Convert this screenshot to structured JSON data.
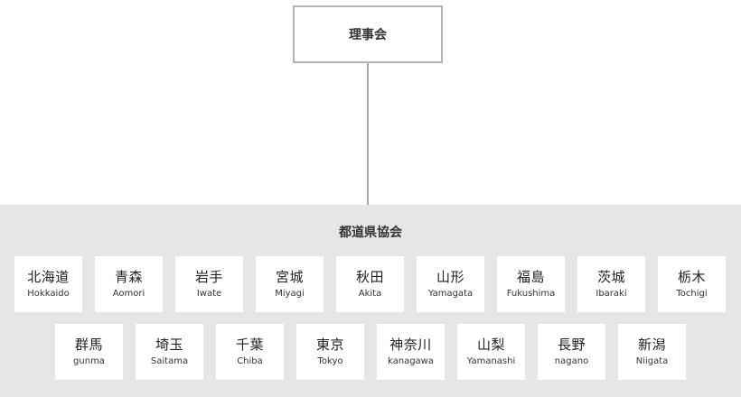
{
  "board": {
    "label": "理事会"
  },
  "associations": {
    "title": "都道県協会",
    "row1": [
      {
        "ja": "北海道",
        "en": "Hokkaido"
      },
      {
        "ja": "青森",
        "en": "Aomori"
      },
      {
        "ja": "岩手",
        "en": "Iwate"
      },
      {
        "ja": "宮城",
        "en": "Miyagi"
      },
      {
        "ja": "秋田",
        "en": "Akita"
      },
      {
        "ja": "山形",
        "en": "Yamagata"
      },
      {
        "ja": "福島",
        "en": "Fukushima"
      },
      {
        "ja": "茨城",
        "en": "Ibaraki"
      },
      {
        "ja": "栃木",
        "en": "Tochigi"
      }
    ],
    "row2": [
      {
        "ja": "群馬",
        "en": "gunma"
      },
      {
        "ja": "埼玉",
        "en": "Saitama"
      },
      {
        "ja": "千葉",
        "en": "Chiba"
      },
      {
        "ja": "東京",
        "en": "Tokyo"
      },
      {
        "ja": "神奈川",
        "en": "kanagawa"
      },
      {
        "ja": "山梨",
        "en": "Yamanashi"
      },
      {
        "ja": "長野",
        "en": "nagano"
      },
      {
        "ja": "新潟",
        "en": "Niigata"
      }
    ]
  }
}
